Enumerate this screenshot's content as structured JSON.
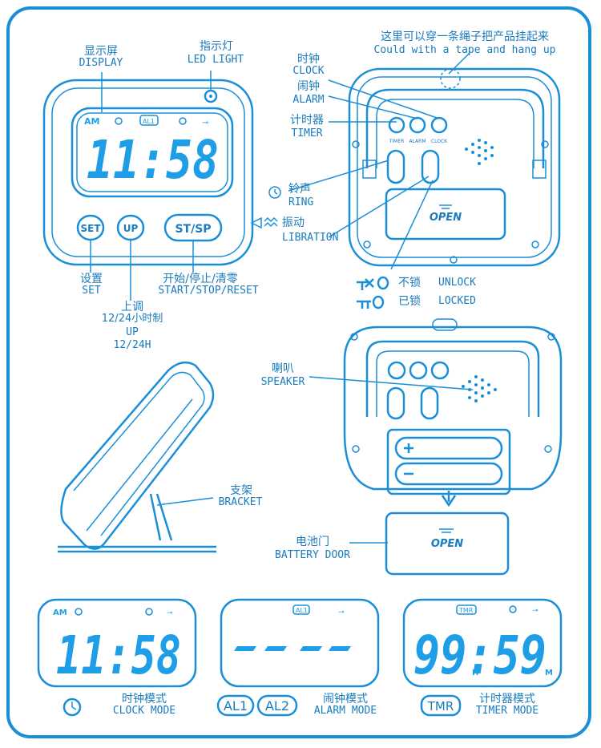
{
  "top_callouts": {
    "display_cn": "显示屏",
    "display_en": "DISPLAY",
    "led_cn": "指示灯",
    "led_en": "LED LIGHT",
    "hang_cn": "这里可以穿一条绳子把产品挂起来",
    "hang_en": "Could with a tape and hang up",
    "clock_cn": "时钟",
    "clock_en": "CLOCK",
    "alarm_cn": "闹钟",
    "alarm_en": "ALARM",
    "timer_cn": "计时器",
    "timer_en": "TIMER",
    "ring_cn": "铃声",
    "ring_en": "RING",
    "vib_cn": "振动",
    "vib_en": "LIBRATION",
    "set_cn": "设置",
    "set_en": "SET",
    "up_cn": "上调",
    "up_cn2": "12/24小时制",
    "up_en": "UP",
    "up_en2": "12/24H",
    "stsp_cn": "开始/停止/清零",
    "stsp_en": "START/STOP/RESET",
    "unlock_cn": "不锁",
    "unlock_en": "UNLOCK",
    "locked_cn": "已锁",
    "locked_en": "LOCKED",
    "speaker_cn": "喇叭",
    "speaker_en": "SPEAKER",
    "bracket_cn": "支架",
    "bracket_en": "BRACKET",
    "door_cn": "电池门",
    "door_en": "BATTERY DOOR"
  },
  "device": {
    "am": "AM",
    "al1": "AL1",
    "time": "11:58",
    "btn_set": "SET",
    "btn_up": "UP",
    "btn_stsp": "ST/SP",
    "back_timer": "TIMER",
    "back_alarm": "ALARM",
    "back_clock": "CLOCK",
    "open": "OPEN",
    "open2": "OPEN"
  },
  "modes": {
    "clock_am": "AM",
    "clock_time": "11:58",
    "alarm_al1": "AL1",
    "timer_tmr": "TMR",
    "timer_time": "99:59",
    "timer_h": "H",
    "timer_m": "M",
    "clock_cn": "时钟模式",
    "clock_en": "CLOCK MODE",
    "alarm_badge1": "AL1",
    "alarm_badge2": "AL2",
    "alarm_cn": "闹钟模式",
    "alarm_en": "ALARM MODE",
    "timer_badge": "TMR",
    "timer_cn": "计时器模式",
    "timer_en": "TIMER MODE"
  },
  "colors": {
    "line": "#1a8fd8",
    "digit": "#1e9ee6",
    "panel": "#e9f5fc"
  }
}
